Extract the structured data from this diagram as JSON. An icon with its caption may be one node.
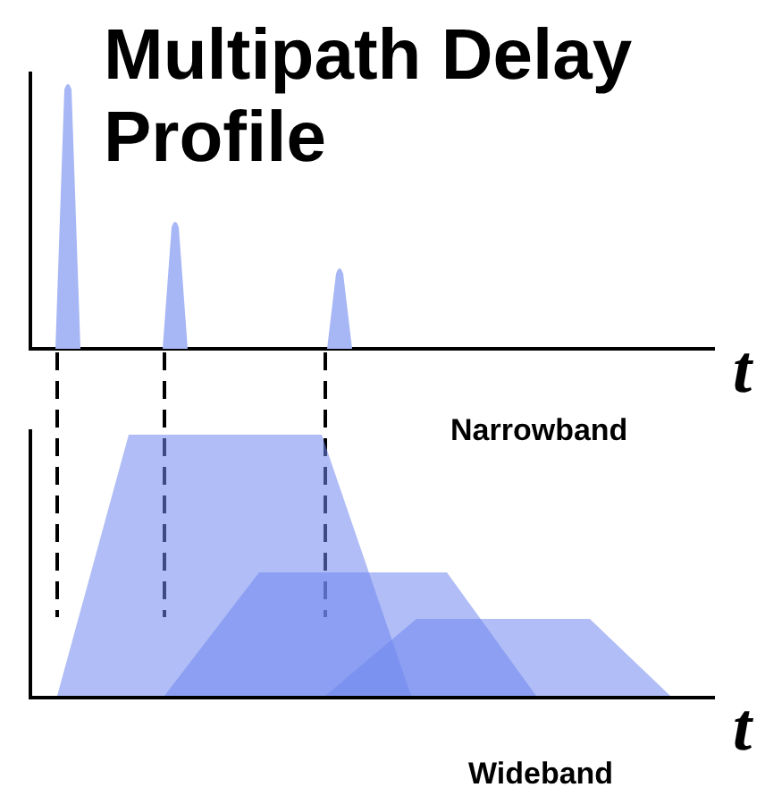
{
  "diagram": {
    "title": "Multipath Delay Profile",
    "labels": [
      "t",
      "Narrowband",
      "t",
      "Wideband"
    ]
  }
}
